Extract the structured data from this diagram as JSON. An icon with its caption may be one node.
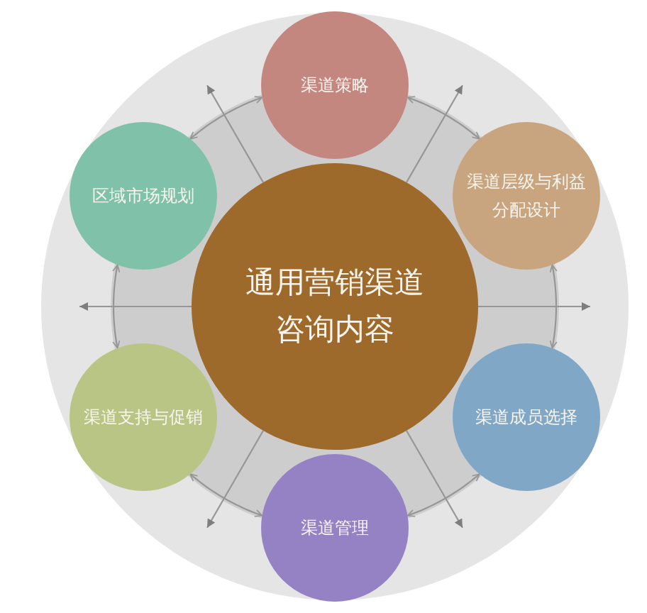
{
  "diagram": {
    "nodes": [
      {
        "text": [
          "通用营销渠道咨询内容"
        ]
      },
      {
        "text": [
          "渠道策略"
        ]
      },
      {
        "text": [
          "渠道层级与利益分配设计"
        ]
      },
      {
        "text": [
          "渠道成员选择"
        ]
      },
      {
        "text": [
          "渠道管理"
        ]
      },
      {
        "text": [
          "渠道支持与促销"
        ]
      },
      {
        "text": [
          "区域市场规划"
        ]
      }
    ],
    "edges": [
      {
        "from": 1,
        "to": 2,
        "arrow": "both"
      },
      {
        "from": 2,
        "to": 3,
        "arrow": "both"
      },
      {
        "from": 3,
        "to": 4,
        "arrow": "both"
      },
      {
        "from": 4,
        "to": 5,
        "arrow": "both"
      },
      {
        "from": 5,
        "to": 6,
        "arrow": "both"
      },
      {
        "from": 6,
        "to": 1,
        "arrow": "both"
      },
      {
        "from": 0,
        "to": null,
        "arrow": "to"
      },
      {
        "from": 0,
        "to": null,
        "arrow": "to"
      },
      {
        "from": 0,
        "to": null,
        "arrow": "to"
      },
      {
        "from": 0,
        "to": null,
        "arrow": "to"
      },
      {
        "from": 0,
        "to": null,
        "arrow": "to"
      },
      {
        "from": 0,
        "to": null,
        "arrow": "to"
      }
    ]
  }
}
